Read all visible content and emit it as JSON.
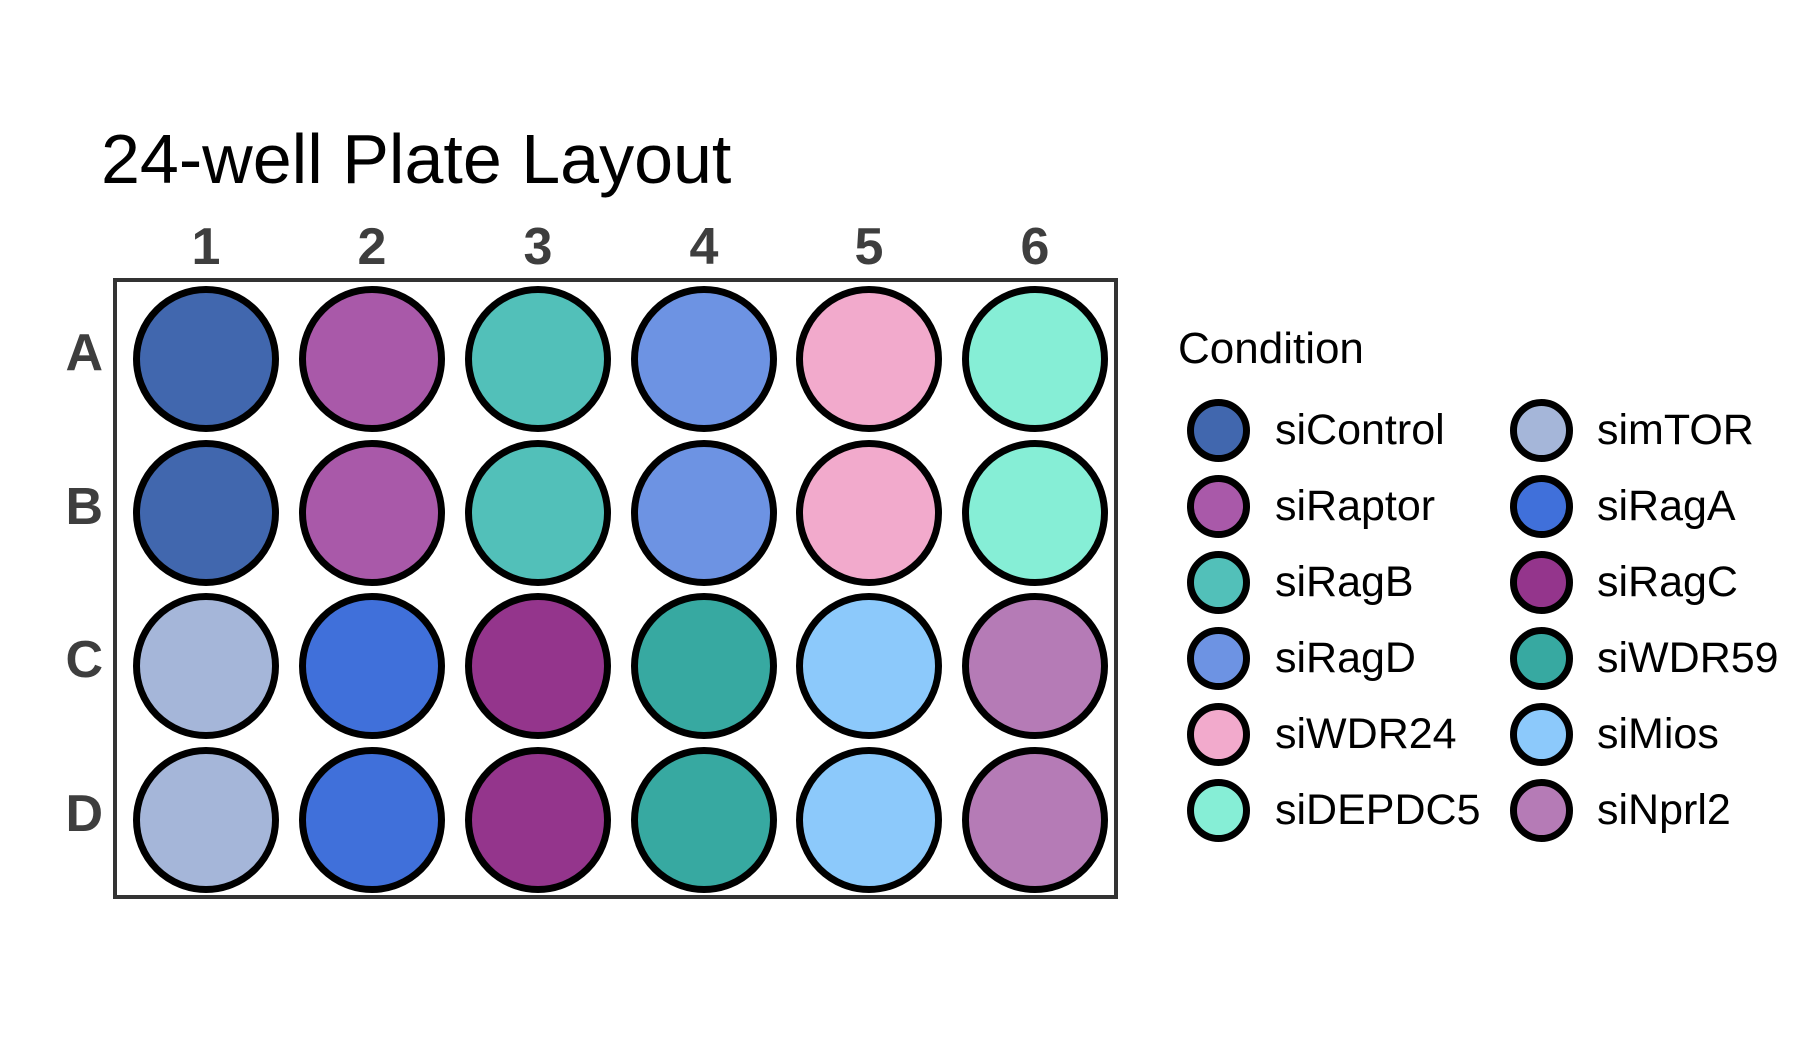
{
  "legend": {
    "title": "Condition"
  },
  "chart_data": {
    "type": "heatmap",
    "title": "24-well Plate Layout",
    "plate_format": "24-well",
    "row_labels": [
      "A",
      "B",
      "C",
      "D"
    ],
    "column_labels": [
      "1",
      "2",
      "3",
      "4",
      "5",
      "6"
    ],
    "grid": [
      [
        "siControl",
        "siRaptor",
        "siRagB",
        "siRagD",
        "siWDR24",
        "siDEPDC5"
      ],
      [
        "siControl",
        "siRaptor",
        "siRagB",
        "siRagD",
        "siWDR24",
        "siDEPDC5"
      ],
      [
        "simTOR",
        "siRagA",
        "siRagC",
        "siWDR59",
        "siMios",
        "siNprl2"
      ],
      [
        "simTOR",
        "siRagA",
        "siRagC",
        "siWDR59",
        "siMios",
        "siNprl2"
      ]
    ],
    "conditions": [
      {
        "name": "siControl",
        "color": "#4167AE"
      },
      {
        "name": "siRaptor",
        "color": "#A959A9"
      },
      {
        "name": "siRagB",
        "color": "#52C0B9"
      },
      {
        "name": "siRagD",
        "color": "#6D93E3"
      },
      {
        "name": "siWDR24",
        "color": "#F2AACC"
      },
      {
        "name": "siDEPDC5",
        "color": "#86EED6"
      },
      {
        "name": "simTOR",
        "color": "#A5B6D9"
      },
      {
        "name": "siRagA",
        "color": "#4070DA"
      },
      {
        "name": "siRagC",
        "color": "#94358C"
      },
      {
        "name": "siWDR59",
        "color": "#37A9A1"
      },
      {
        "name": "siMios",
        "color": "#8CC9FB"
      },
      {
        "name": "siNprl2",
        "color": "#B57BB6"
      }
    ],
    "legend_title": "Condition",
    "legend_position": "right",
    "legend_columns": 2,
    "style": {
      "background": "#FFFFFF",
      "frame_color": "#333333",
      "axis_label_color": "#3E3E3E",
      "well_outline_color": "#000000",
      "title_color": "#000000"
    }
  }
}
